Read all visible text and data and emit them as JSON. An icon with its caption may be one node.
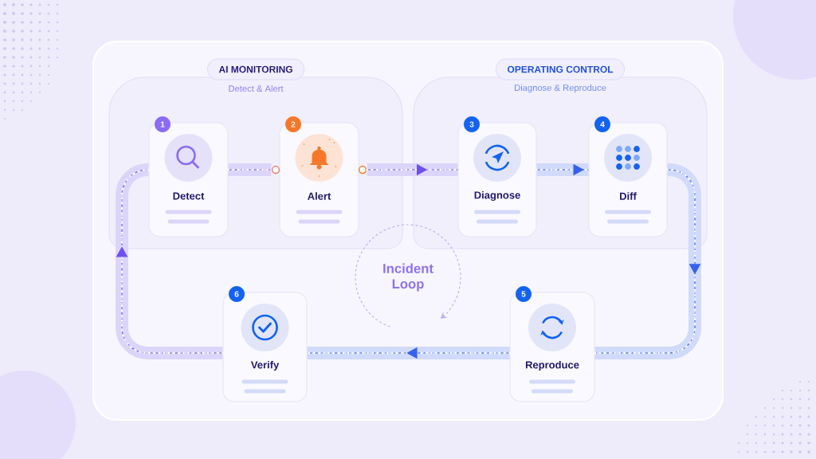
{
  "diagram": {
    "nodes": [
      {
        "text": [
          "AI MONITORING",
          "Detect & Alert"
        ]
      },
      {
        "text": [
          "OPERATING CONTROL",
          "Diagnose & Reproduce"
        ]
      },
      {
        "text": [
          "1",
          "Detect"
        ],
        "in": 0
      },
      {
        "text": [
          "2",
          "Alert"
        ],
        "in": 0
      },
      {
        "text": [
          "3",
          "Diagnose"
        ],
        "in": 1
      },
      {
        "text": [
          "4",
          "Diff"
        ],
        "in": 1
      },
      {
        "text": [
          "5",
          "Reproduce"
        ]
      },
      {
        "text": [
          "6",
          "Verify"
        ]
      }
    ],
    "edges": [
      {
        "from": 2,
        "to": 3,
        "arrow": "none",
        "color": "#dcd5fa"
      },
      {
        "from": 3,
        "to": 4,
        "arrow": "to",
        "color": "#dcd5fa"
      },
      {
        "from": 4,
        "to": 5,
        "arrow": "to"
      },
      {
        "from": 5,
        "to": 6,
        "arrow": "to"
      },
      {
        "from": 6,
        "to": 7,
        "arrow": "to"
      },
      {
        "from": 7,
        "to": 2,
        "arrow": "to",
        "color": "#dcd5fa"
      }
    ],
    "labels": [
      "Incident Loop"
    ]
  }
}
